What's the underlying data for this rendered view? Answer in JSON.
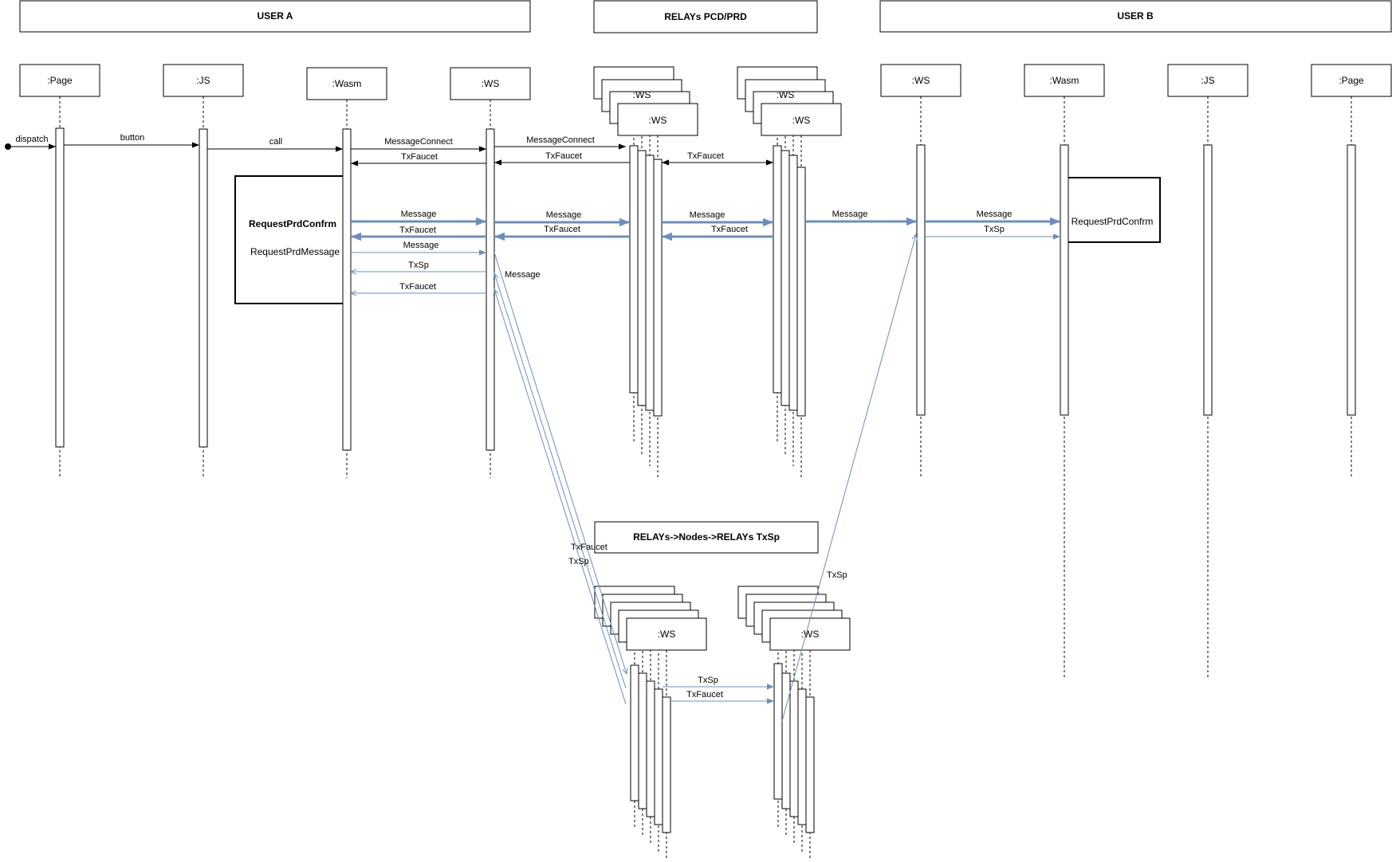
{
  "groups": {
    "user_a": "USER A",
    "relays": "RELAYs PCD/PRD",
    "user_b": "USER B",
    "nodes": "RELAYs->Nodes->RELAYs TxSp"
  },
  "participants": {
    "a_page": ":Page",
    "a_js": ":JS",
    "a_wasm": ":Wasm",
    "a_ws": ":WS",
    "relay1_ws": ":WS",
    "relay2_ws": ":WS",
    "b_ws": ":WS",
    "b_wasm": ":Wasm",
    "b_js": ":JS",
    "b_page": ":Page",
    "node1_ws": ":WS",
    "node2_ws": ":WS",
    "stack_partial": ":WS"
  },
  "notes": {
    "request_prd_confrm_a": "RequestPrdConfrm",
    "request_prd_message": "RequestPrdMessage",
    "request_prd_confrm_b": "RequestPrdConfrm"
  },
  "messages": {
    "dispatch": "dispatch",
    "button": "button",
    "call": "call",
    "message_connect_1": "MessageConnect",
    "message_connect_2": "MessageConnect",
    "txfaucet_1": "TxFaucet",
    "txfaucet_2": "TxFaucet",
    "txfaucet_3": "TxFaucet",
    "message_1": "Message",
    "message_2": "Message",
    "message_3": "Message",
    "message_4": "Message",
    "message_5": "Message",
    "txfaucet_4": "TxFaucet",
    "txfaucet_5": "TxFaucet",
    "txfaucet_6": "TxFaucet",
    "txsp_b": "TxSp",
    "message_6": "Message",
    "txsp_a": "TxSp",
    "txfaucet_7": "TxFaucet",
    "message_diag": "Message",
    "txfaucet_diag": "TxFaucet",
    "txsp_diag": "TxSp",
    "txsp_up": "TxSp",
    "txsp_nodes": "TxSp",
    "txfaucet_nodes": "TxFaucet"
  },
  "colors": {
    "line": "#000000",
    "accent": "#6c8ebf"
  }
}
